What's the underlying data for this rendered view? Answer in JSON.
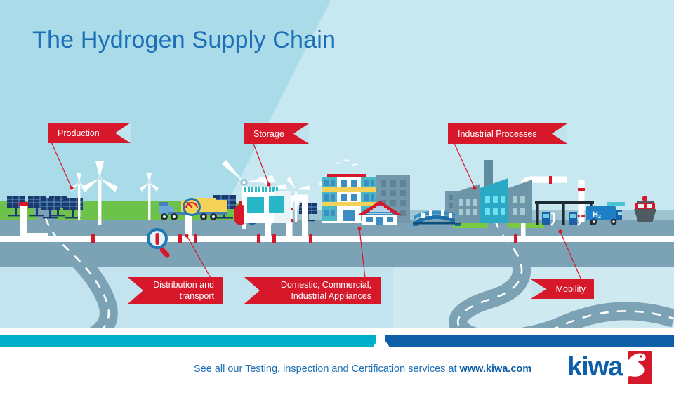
{
  "page": {
    "title": "The Hydrogen Supply Chain",
    "background_color": "#bfe4ee",
    "accent_red": "#d7182a",
    "accent_blue": "#1d6fb8",
    "ground_color": "#7ba3b5",
    "grass_color": "#6cc24a"
  },
  "banners": {
    "production": {
      "label": "Production"
    },
    "storage": {
      "label": "Storage"
    },
    "industrial": {
      "label": "Industrial Processes"
    },
    "distribution": {
      "line1": "Distribution and",
      "line2": "transport"
    },
    "domestic": {
      "line1": "Domestic, Commercial,",
      "line2": "Industrial Appliances"
    },
    "mobility": {
      "label": "Mobility"
    }
  },
  "scene": {
    "fuel_station_label": "H",
    "fuel_station_sub": "2",
    "bus_label": "H",
    "bus_sub": "2",
    "icons": {
      "magnifier": "magnifying-glass-icon",
      "gauge": "pressure-gauge-icon",
      "solar": "solar-panel-icon",
      "turbine": "wind-turbine-icon",
      "tanker": "tanker-truck-icon",
      "cylinder": "gas-cylinder-icon",
      "factory": "factory-icon",
      "ship": "cargo-ship-icon",
      "bridge": "bridge-icon",
      "house": "house-icon",
      "apartment": "apartment-building-icon",
      "pump": "fuel-pump-icon",
      "bus": "hydrogen-bus-icon"
    }
  },
  "footer": {
    "text_before": "See all our Testing, inspection and Certification services at ",
    "url": "www.kiwa.com",
    "logo_word": "kiwa",
    "bar_cyan": "#00b0ca",
    "bar_blue": "#0f5fa8"
  }
}
